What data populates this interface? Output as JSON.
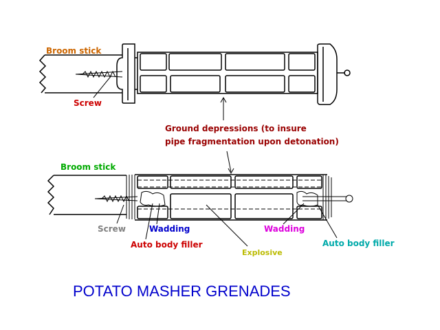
{
  "colors": {
    "background": "#ffffff",
    "line": "#000000",
    "broom_top": "#cc6600",
    "screw_top": "#cc0000",
    "ground_depressions": "#990000",
    "broom_bottom": "#00aa00",
    "screw_bottom": "#808080",
    "wadding_left": "#0000cc",
    "auto_body_filler_left": "#cc0000",
    "explosive": "#bbbb00",
    "wadding_right": "#dd00dd",
    "auto_body_filler_right": "#00aaaa",
    "title": "#0000cc"
  },
  "labels": {
    "broom_stick_top": "Broom stick",
    "screw_top": "Screw",
    "ground_depressions_line1": "Ground depressions (to insure",
    "ground_depressions_line2": "pipe fragmentation upon detonation)",
    "broom_stick_bottom": "Broom stick",
    "screw_bottom": "Screw",
    "wadding_left": "Wadding",
    "auto_body_filler_left": "Auto body filler",
    "explosive": "Explosive",
    "wadding_right": "Wadding",
    "auto_body_filler_right": "Auto body filler"
  },
  "title": "POTATO MASHER GRENADES"
}
